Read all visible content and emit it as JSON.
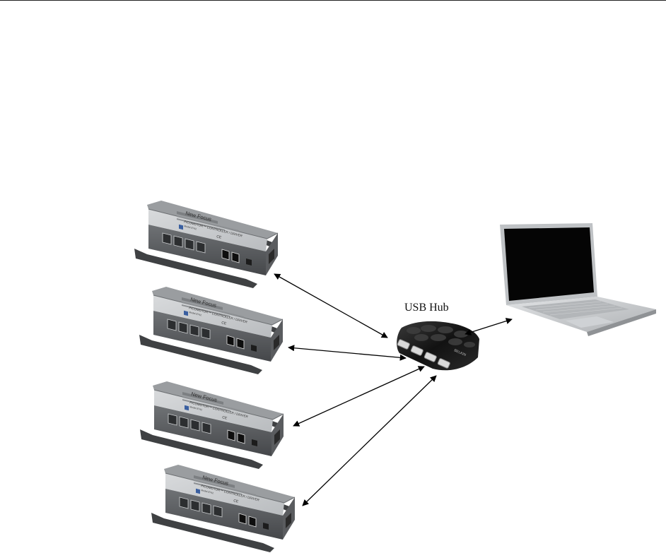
{
  "hub": {
    "label": "USB Hub",
    "brand": "BELKIN",
    "ports": 4
  },
  "devices": [
    {
      "brand": "New Focus",
      "subtitle": "PICOMOTOR™ CONTROLLER / DRIVER",
      "model": "Model 8742",
      "mark": "CE"
    },
    {
      "brand": "New Focus",
      "subtitle": "PICOMOTOR™ CONTROLLER / DRIVER",
      "model": "Model 8742",
      "mark": "CE"
    },
    {
      "brand": "New Focus",
      "subtitle": "PICOMOTOR™ CONTROLLER / DRIVER",
      "model": "Model 8742",
      "mark": "CE"
    },
    {
      "brand": "New Focus",
      "subtitle": "PICOMOTOR™ CONTROLLER / DRIVER",
      "model": "Model 8742",
      "mark": "CE"
    }
  ],
  "colors": {
    "device_body": "#8a8c8e",
    "device_top": "#cdd0d2",
    "device_dark": "#4a4c4e",
    "hub_body": "#1a1a1a",
    "laptop_screen": "#050505",
    "laptop_body": "#c7c9cb",
    "arrow": "#000000"
  },
  "icons": [
    "double-headed-arrow",
    "usb-port-icon",
    "laptop-icon"
  ]
}
